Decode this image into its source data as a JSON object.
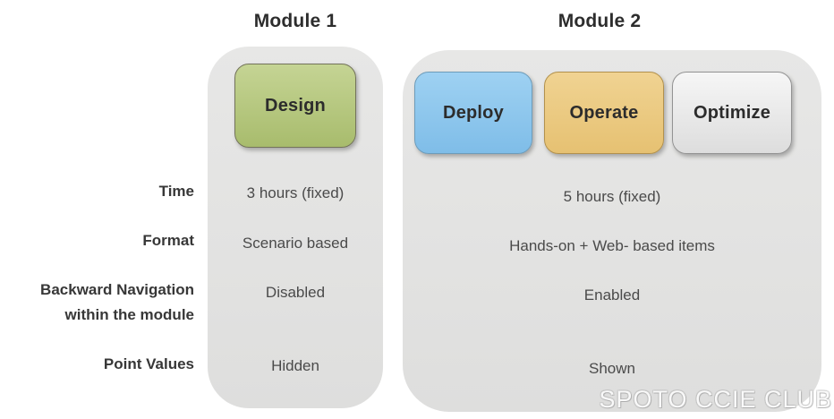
{
  "module1": {
    "title": "Module 1",
    "boxes": [
      {
        "label": "Design",
        "fill_top": "#c5d494",
        "fill_bottom": "#a8bc6d",
        "border": "#73735a"
      }
    ],
    "values": [
      "3 hours (fixed)",
      "Scenario based",
      "Disabled",
      "Hidden"
    ]
  },
  "module2": {
    "title": "Module 2",
    "boxes": [
      {
        "label": "Deploy",
        "fill_top": "#9ed1f2",
        "fill_bottom": "#7fbde8",
        "border": "#6d9cba"
      },
      {
        "label": "Operate",
        "fill_top": "#f0d392",
        "fill_bottom": "#e6c172",
        "border": "#b2914d"
      },
      {
        "label": "Optimize",
        "fill_top": "#f6f6f6",
        "fill_bottom": "#dddddd",
        "border": "#939393"
      }
    ],
    "values": [
      "5 hours (fixed)",
      "Hands-on + Web- based items",
      "Enabled",
      "Shown"
    ]
  },
  "rows": [
    {
      "label": "Time"
    },
    {
      "label": "Format"
    },
    {
      "label": "Backward Navigation\nwithin the module"
    },
    {
      "label": "Point Values"
    }
  ],
  "watermark": "SPOTO CCIE CLUB",
  "colors": {
    "panel_bg": "#e3e3e2",
    "title_text": "#2d2d2d",
    "label_text": "#373737",
    "value_text": "#4a4a4a"
  }
}
